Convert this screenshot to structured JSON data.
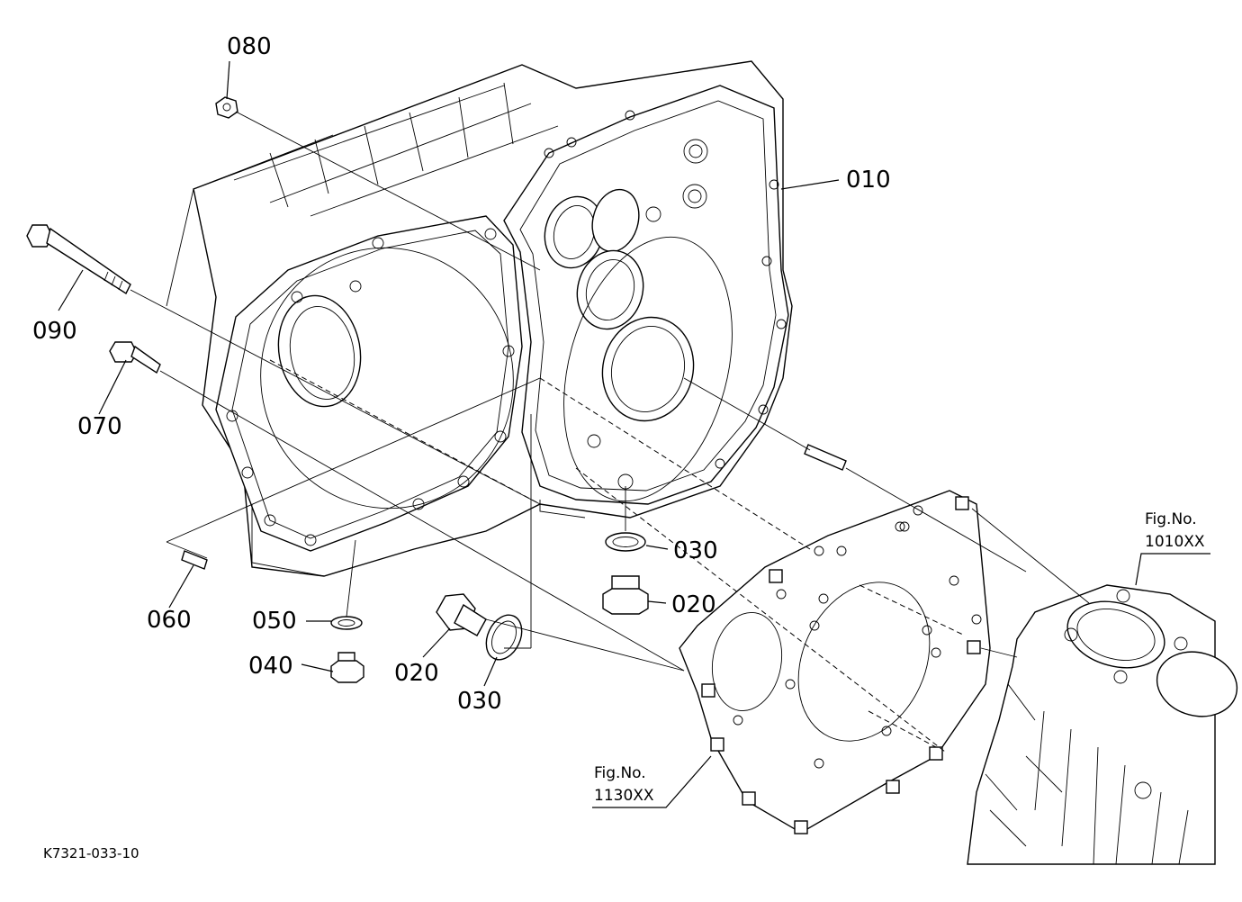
{
  "diagram": {
    "labels": {
      "p010": "010",
      "p020a": "020",
      "p020b": "020",
      "p030a": "030",
      "p030b": "030",
      "p040": "040",
      "p050": "050",
      "p060": "060",
      "p070": "070",
      "p080": "080",
      "p090": "090"
    },
    "fig_refs": {
      "a_line1": "Fig.No.",
      "a_line2": "1010XX",
      "b_line1": "Fig.No.",
      "b_line2": "1130XX"
    },
    "drawing_code": "K7321-033-10"
  }
}
